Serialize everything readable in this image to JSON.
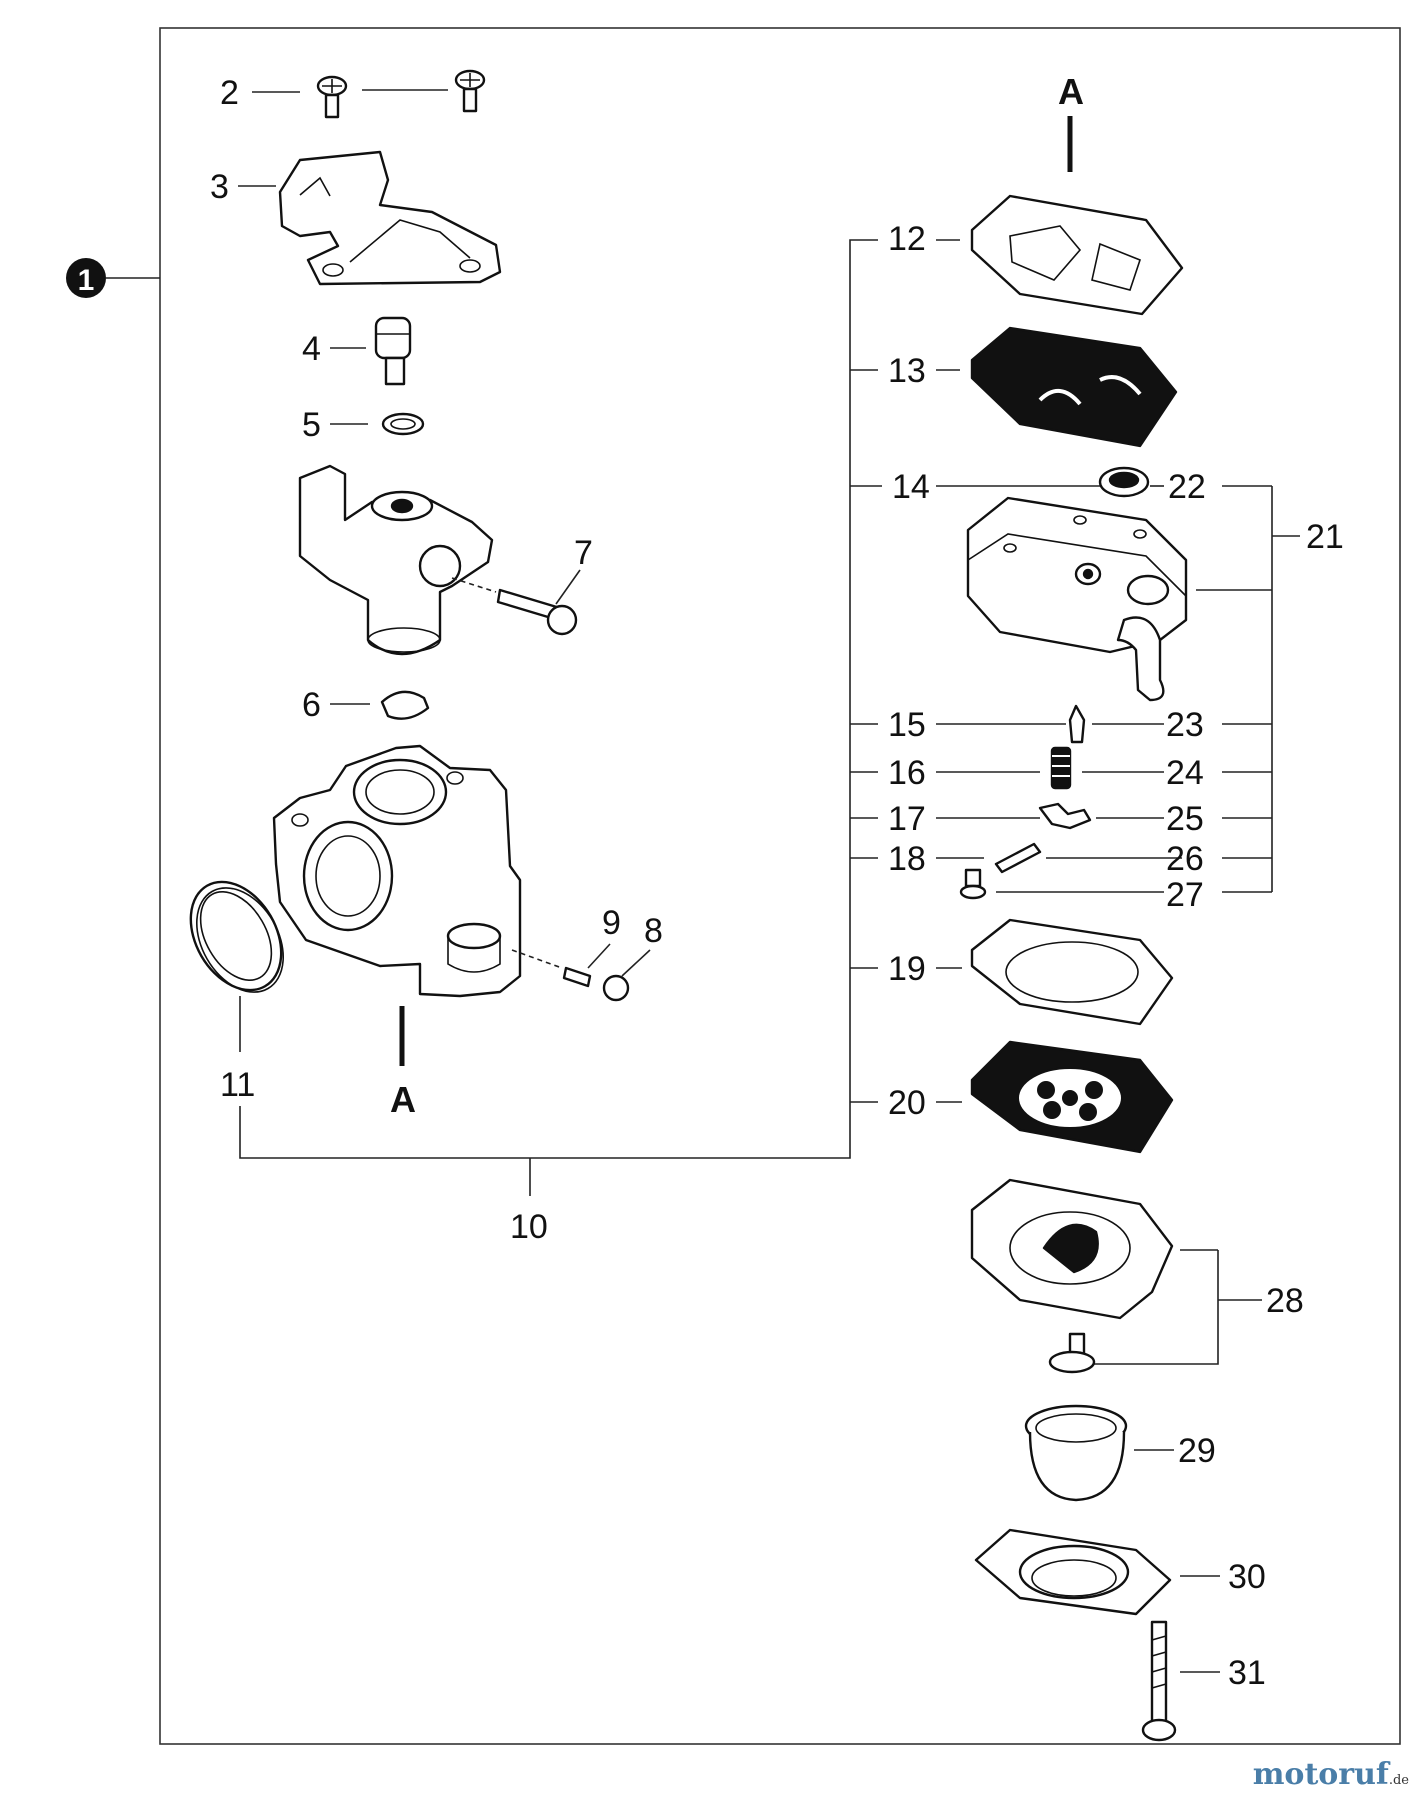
{
  "labels": {
    "callout_1": "1",
    "p2": "2",
    "p3": "3",
    "p4": "4",
    "p5": "5",
    "p6": "6",
    "p7": "7",
    "p8": "8",
    "p9": "9",
    "p10": "10",
    "p11": "11",
    "p12": "12",
    "p13": "13",
    "p14": "14",
    "p15": "15",
    "p16": "16",
    "p17": "17",
    "p18": "18",
    "p19": "19",
    "p20": "20",
    "p21": "21",
    "p22": "22",
    "p23": "23",
    "p24": "24",
    "p25": "25",
    "p26": "26",
    "p27": "27",
    "p28": "28",
    "p29": "29",
    "p30": "30",
    "p31": "31",
    "ref_top": "A",
    "ref_bottom": "A"
  },
  "watermark": {
    "brand": "motoruf",
    "suffix": ".de"
  }
}
